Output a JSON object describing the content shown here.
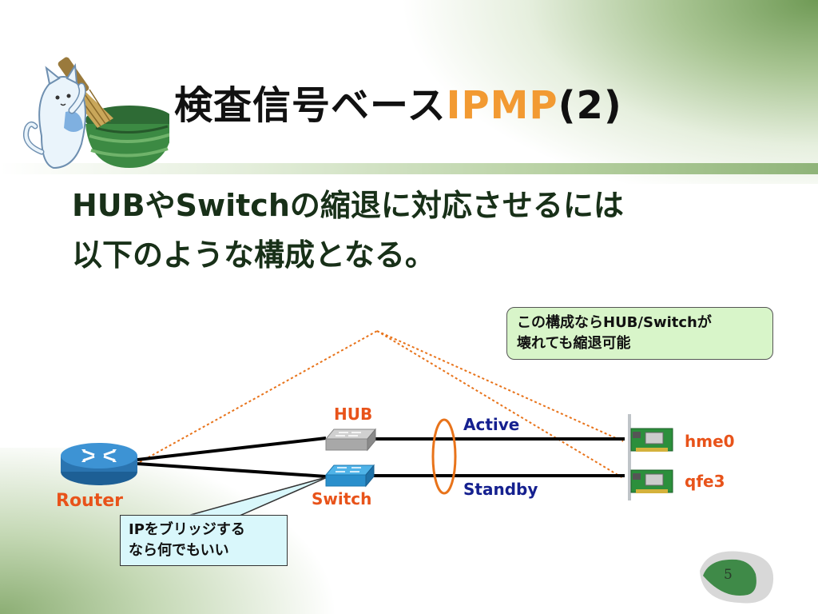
{
  "title": {
    "prefix": "検査信号ベース",
    "accent": "IPMP",
    "suffix": "(2)"
  },
  "body": {
    "line1": "HUBやSwitchの縮退に対応させるには",
    "line2": "以下のような構成となる。"
  },
  "diagram": {
    "hub_label": "HUB",
    "switch_label": "Switch",
    "router_label": "Router",
    "active_label": "Active",
    "standby_label": "Standby",
    "hme0_label": "hme0",
    "qfe3_label": "qfe3",
    "callout_green": {
      "line1": "この構成ならHUB/Switchが",
      "line2": "壊れても縮退可能"
    },
    "callout_blue": {
      "line1": "IPをブリッジする",
      "line2": "なら何でもいい"
    }
  },
  "page_number": "5",
  "colors": {
    "accent_orange": "#f29a32",
    "label_orange": "#e8531a",
    "label_blue": "#15208f",
    "callout_green_fill": "#d8f5c9",
    "callout_blue_fill": "#d9f7fb",
    "router_blue": "#2f86c8",
    "switch_blue": "#2e9bd6",
    "hub_gray": "#9a9a9a"
  },
  "icons": [
    "cat-mascot-icon",
    "router-icon",
    "hub-icon",
    "switch-icon",
    "network-card-icon"
  ]
}
